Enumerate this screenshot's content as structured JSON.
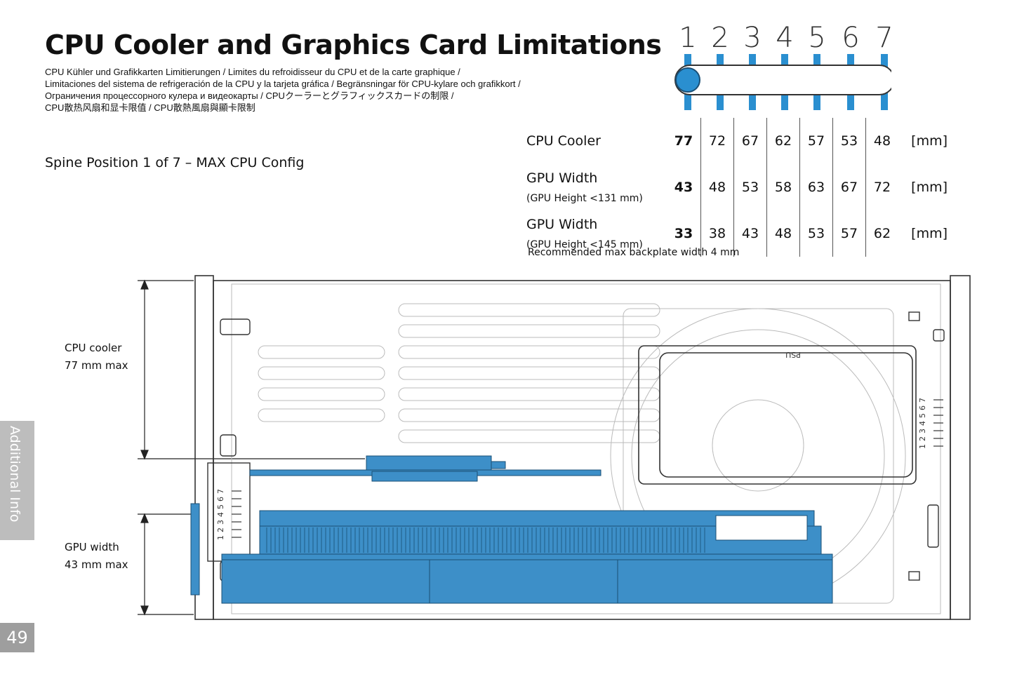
{
  "title": "CPU Cooler and Graphics Card Limitations",
  "subtitle_lines": [
    "CPU Kühler und Grafikkarten Limitierungen / Limites du refroidisseur du CPU et de la carte graphique /",
    "Limitaciones del sistema de refrigeración de la CPU y la tarjeta gráfica / Begränsningar för CPU-kylare och grafikkort /",
    "Ограничения процессорного кулера и видеокарты / CPUクーラーとグラフィックスカードの制限 /",
    "CPU散热风扇和显卡限值 / CPU散熱風扇與顯卡限制"
  ],
  "spine_position": "Spine Position 1 of 7 – MAX CPU Config",
  "slot_selector": {
    "positions": [
      "1",
      "2",
      "3",
      "4",
      "5",
      "6",
      "7"
    ],
    "selected_position": 1,
    "accent_color": "#2a8fd0"
  },
  "spec_table": {
    "rows": [
      {
        "label": "CPU Cooler",
        "sublabel": "",
        "values": [
          "77",
          "72",
          "67",
          "62",
          "57",
          "53",
          "48"
        ],
        "unit": "[mm]"
      },
      {
        "label": "GPU Width",
        "sublabel": "(GPU Height <131 mm)",
        "values": [
          "43",
          "48",
          "53",
          "58",
          "63",
          "67",
          "72"
        ],
        "unit": "[mm]"
      },
      {
        "label": "GPU Width",
        "sublabel": "(GPU Height <145 mm)",
        "values": [
          "33",
          "38",
          "43",
          "48",
          "53",
          "57",
          "62"
        ],
        "unit": "[mm]"
      }
    ]
  },
  "note": "Recommended max backplate width 4 mm",
  "dimensions": {
    "cpu": {
      "line1": "CPU cooler",
      "line2": "77 mm max"
    },
    "gpu": {
      "line1": "GPU width",
      "line2": "43 mm max"
    }
  },
  "diagram": {
    "psu_label": "PSU",
    "scale_numbers": [
      "1",
      "2",
      "3",
      "4",
      "5",
      "6",
      "7"
    ],
    "highlight_color": "#3d8fc8"
  },
  "side_tab": "Additional Info",
  "page_number": "49"
}
